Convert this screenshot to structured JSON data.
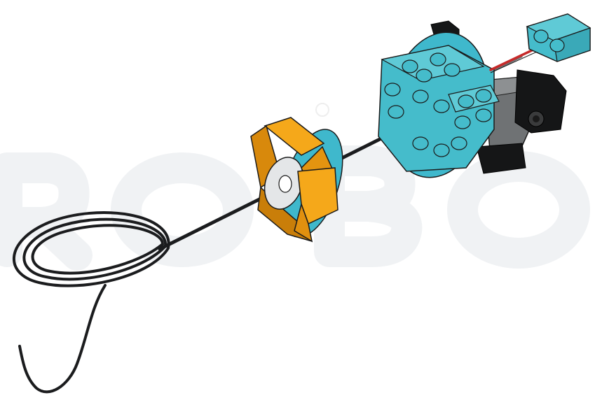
{
  "watermark": {
    "text": "ROBO",
    "color": "#f1f3f5"
  },
  "assembly": {
    "parts": [
      {
        "name": "string-loop",
        "color": "#1b1c1e"
      },
      {
        "name": "axle",
        "color": "#1b1c1e"
      },
      {
        "name": "orange-hub-piece",
        "color": "#f5a81a"
      },
      {
        "name": "light-blue-round-plate",
        "color": "#3fb8cc"
      },
      {
        "name": "medium-azure-bricks",
        "color": "#45bccb"
      },
      {
        "name": "dark-gray-motor",
        "color": "#6f7274"
      },
      {
        "name": "black-technic-brackets",
        "color": "#151617"
      },
      {
        "name": "red-axle",
        "color": "#c62a2a"
      },
      {
        "name": "detached-blue-brick",
        "color": "#45bccb"
      }
    ]
  }
}
